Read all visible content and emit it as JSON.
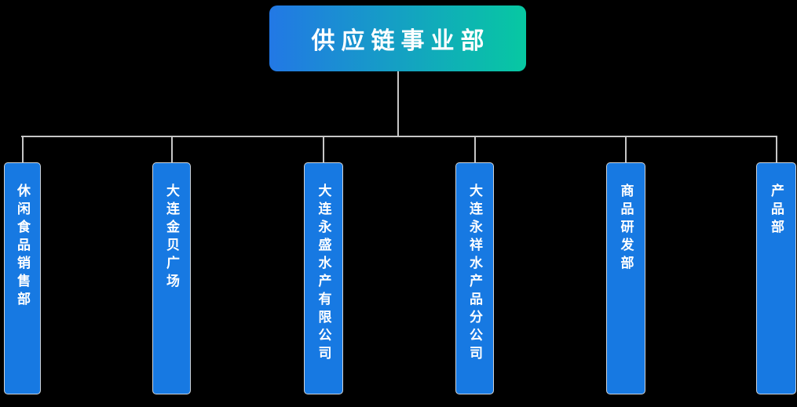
{
  "chart": {
    "type": "org-chart",
    "root": {
      "label": "供应链事业部"
    },
    "departments": [
      {
        "label": "休闲食品销售部"
      },
      {
        "label": "大连金贝广场"
      },
      {
        "label": "大连永盛水产有限公司"
      },
      {
        "label": "大连永祥水产品分公司"
      },
      {
        "label": "商品研发部"
      },
      {
        "label": "产品部"
      }
    ],
    "colors": {
      "background": "#000000",
      "root_gradient_start": "#2278e5",
      "root_gradient_end": "#07c8a2",
      "node_fill": "#1779e2",
      "node_border": "#cfd4d9",
      "connector": "#c6c6c6",
      "text": "#ffffff"
    }
  }
}
